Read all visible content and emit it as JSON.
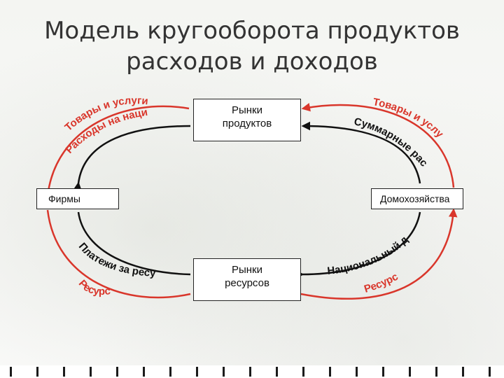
{
  "title": {
    "line1": "Модель кругооборота продуктов",
    "line2": "расходов и доходов"
  },
  "boxes": {
    "products": [
      "Рынки",
      "продуктов"
    ],
    "resources": [
      "Рынки",
      "ресурсов"
    ],
    "firms": "Фирмы",
    "households": "Домохозяйства"
  },
  "labels": {
    "goods_services_left": "Товары и услуги",
    "spending_national_product": "Расходы на национальный продукт",
    "goods_services_right": "Товары и услуги",
    "total_spending": "Суммарные расходы",
    "resource_payments": "Платежи за ресурсы",
    "resources_left": "Ресурсы",
    "national_income": "Национальный доход",
    "resources_right": "Ресурсы"
  },
  "colors": {
    "real_flow": "#d9362b",
    "money_flow": "#111111"
  }
}
